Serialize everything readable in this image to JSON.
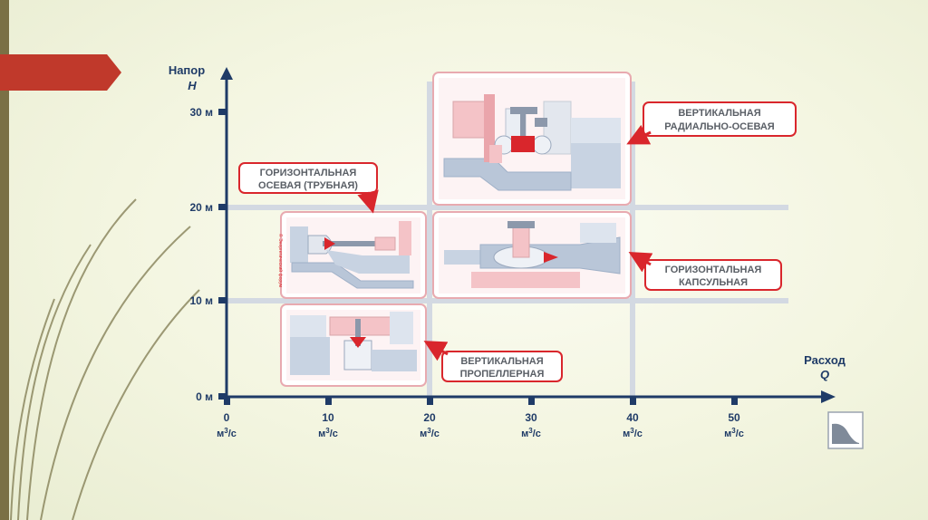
{
  "slide": {
    "colors": {
      "background": "#f3f5e0",
      "left_band": "#7a7045",
      "header_tab": "#c0392b",
      "axis": "#1f3b67",
      "grid": "#d3d9e2",
      "callout_border": "#d9262c",
      "callout_text": "#5a5f66"
    }
  },
  "diagram": {
    "y_axis": {
      "title": "Напор",
      "symbol": "H",
      "ticks": [
        "30 м",
        "20 м",
        "10 м",
        "0 м"
      ]
    },
    "x_axis": {
      "title": "Расход",
      "symbol": "Q",
      "ticks": [
        "0",
        "10",
        "20",
        "30",
        "40",
        "50"
      ],
      "unit_prefix": "м",
      "unit_exp": "3",
      "unit_suffix": "/с"
    },
    "turbines": [
      {
        "label_line1": "ВЕРТИКАЛЬНАЯ",
        "label_line2": "РАДИАЛЬНО-ОСЕВАЯ",
        "q_range": "20–40",
        "h_range": "20–35"
      },
      {
        "label_line1": "ГОРИЗОНТАЛЬНАЯ",
        "label_line2": "ОСЕВАЯ (ТРУБНАЯ)",
        "q_range": "5–20",
        "h_range": "10–20"
      },
      {
        "label_line1": "ГОРИЗОНТАЛЬНАЯ",
        "label_line2": "КАПСУЛЬНАЯ",
        "q_range": "20–40",
        "h_range": "10–20"
      },
      {
        "label_line1": "ВЕРТИКАЛЬНАЯ",
        "label_line2": "ПРОПЕЛЛЕРНАЯ",
        "q_range": "5–20",
        "h_range": "0–10"
      }
    ],
    "watermark": "© Энергетический форум"
  }
}
